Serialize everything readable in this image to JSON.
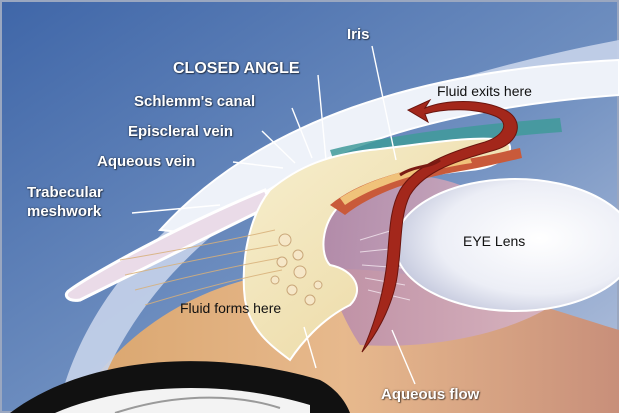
{
  "labels": {
    "iris": "Iris",
    "closed_angle": "CLOSED ANGLE",
    "schlemms_canal": "Schlemm's canal",
    "episcleral_vein": "Episcleral vein",
    "aqueous_vein": "Aqueous vein",
    "trabecular_line1": "Trabecular",
    "trabecular_line2": "meshwork",
    "fluid_exits": "Fluid exits here",
    "eye_lens": "EYE Lens",
    "fluid_forms": "Fluid forms here",
    "aqueous_flow": "Aqueous flow"
  },
  "colors": {
    "background_blue": "#5e7fb3",
    "cornea": "#e9eef7",
    "ciliary_body": "#f1e4b8",
    "iris_band": "#c95a3a",
    "flow_arrow": "#a3271b",
    "lens": "#f1f1f7"
  }
}
